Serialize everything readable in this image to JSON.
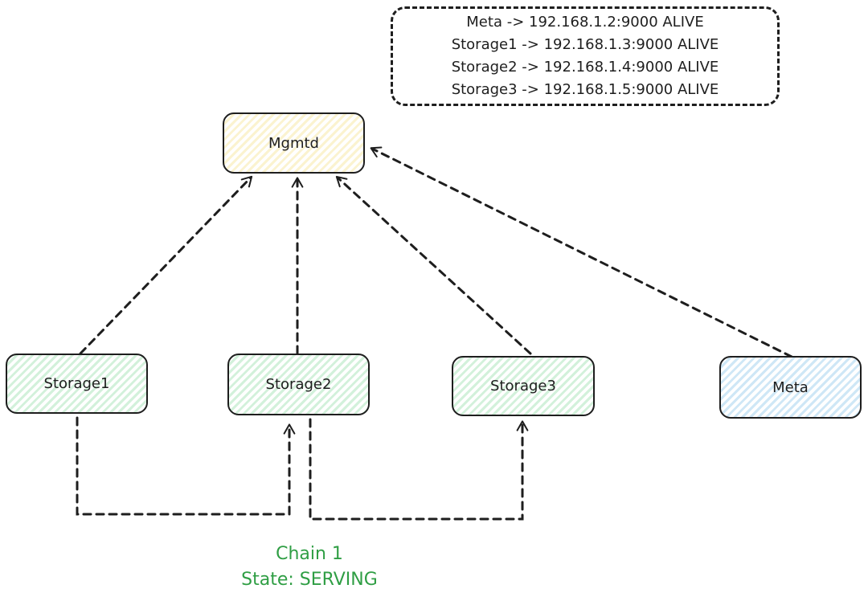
{
  "status_panel": {
    "lines": [
      "Meta -> 192.168.1.2:9000 ALIVE",
      "Storage1 -> 192.168.1.3:9000 ALIVE",
      "Storage2 -> 192.168.1.4:9000 ALIVE",
      "Storage3 -> 192.168.1.5:9000 ALIVE"
    ]
  },
  "nodes": {
    "mgmtd": {
      "label": "Mgmtd",
      "fill": "#fbf3d0"
    },
    "storage1": {
      "label": "Storage1",
      "fill": "#d3f1db"
    },
    "storage2": {
      "label": "Storage2",
      "fill": "#d3f1db"
    },
    "storage3": {
      "label": "Storage3",
      "fill": "#d3f1db"
    },
    "meta": {
      "label": "Meta",
      "fill": "#cfe7f6"
    }
  },
  "chain": {
    "name": "Chain 1",
    "state": "State: SERVING",
    "color": "#2f9e44"
  }
}
